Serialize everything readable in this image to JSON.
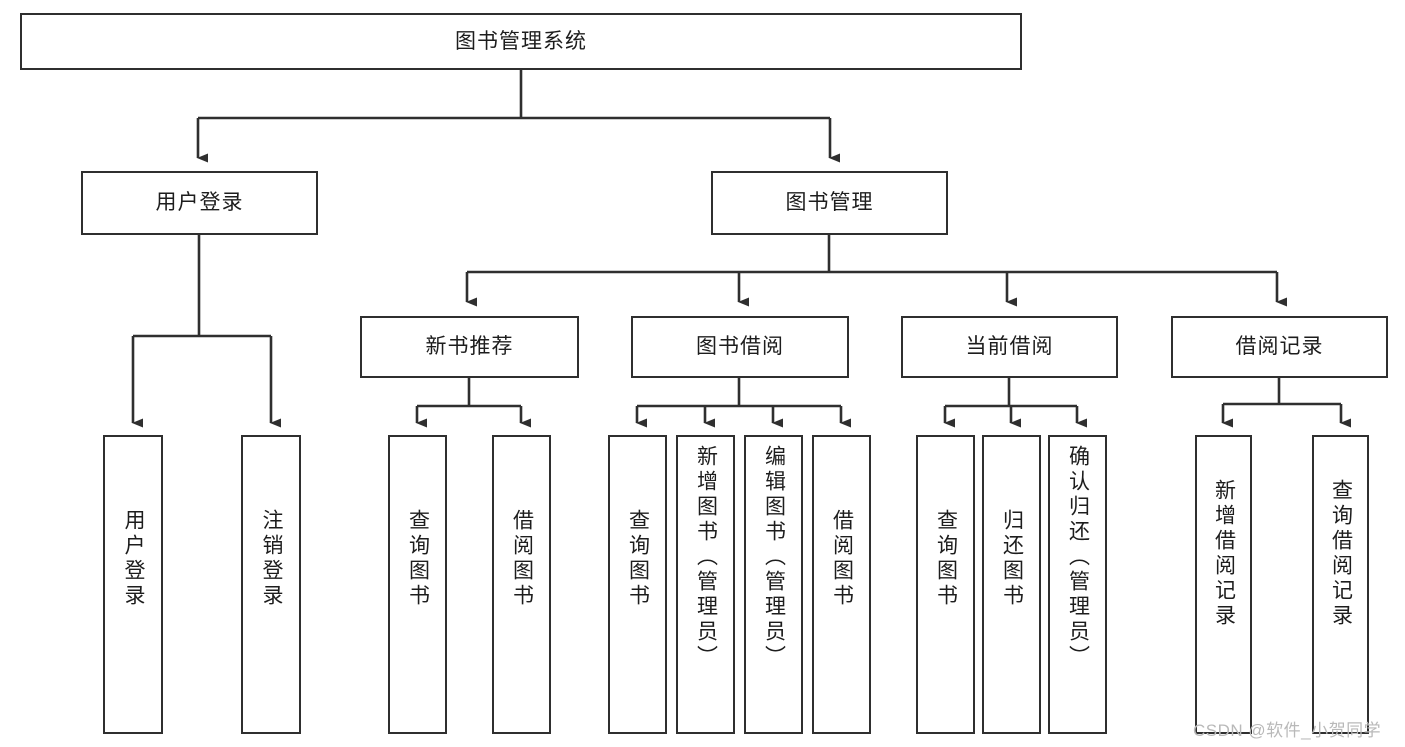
{
  "diagram": {
    "type": "tree-hierarchy-diagram",
    "title": "图书管理系统",
    "watermark": "CSDN @软件_小贺同学",
    "colors": {
      "box_border": "#2f2f2f",
      "connector": "#2f2f2f",
      "background": "#ffffff",
      "text": "#1d1d1d",
      "watermark": "#b9b9b9"
    },
    "levels": {
      "root": {
        "label": "图书管理系统"
      },
      "level2": [
        {
          "id": "user-login",
          "label": "用户登录"
        },
        {
          "id": "book-management",
          "label": "图书管理"
        }
      ],
      "level3": [
        {
          "id": "new-book-recommend",
          "label": "新书推荐"
        },
        {
          "id": "book-borrow",
          "label": "图书借阅"
        },
        {
          "id": "current-borrow",
          "label": "当前借阅"
        },
        {
          "id": "borrow-record",
          "label": "借阅记录"
        }
      ],
      "leaves": [
        {
          "id": "leaf-user-login",
          "label": "用户登录",
          "parent": "user-login"
        },
        {
          "id": "leaf-logout",
          "label": "注销登录",
          "parent": "user-login"
        },
        {
          "id": "leaf-query-book-1",
          "label": "查询图书",
          "parent": "new-book-recommend"
        },
        {
          "id": "leaf-borrow-book-1",
          "label": "借阅图书",
          "parent": "new-book-recommend"
        },
        {
          "id": "leaf-query-book-2",
          "label": "查询图书",
          "parent": "book-borrow"
        },
        {
          "id": "leaf-add-book",
          "label": "新增图书（管理员）",
          "parent": "book-borrow"
        },
        {
          "id": "leaf-edit-book",
          "label": "编辑图书（管理员）",
          "parent": "book-borrow"
        },
        {
          "id": "leaf-borrow-book-2",
          "label": "借阅图书",
          "parent": "book-borrow"
        },
        {
          "id": "leaf-query-book-3",
          "label": "查询图书",
          "parent": "current-borrow"
        },
        {
          "id": "leaf-return-book",
          "label": "归还图书",
          "parent": "current-borrow"
        },
        {
          "id": "leaf-confirm-return",
          "label": "确认归还（管理员）",
          "parent": "current-borrow"
        },
        {
          "id": "leaf-add-record",
          "label": "新增借阅记录",
          "parent": "borrow-record"
        },
        {
          "id": "leaf-query-record",
          "label": "查询借阅记录",
          "parent": "borrow-record"
        }
      ]
    }
  }
}
